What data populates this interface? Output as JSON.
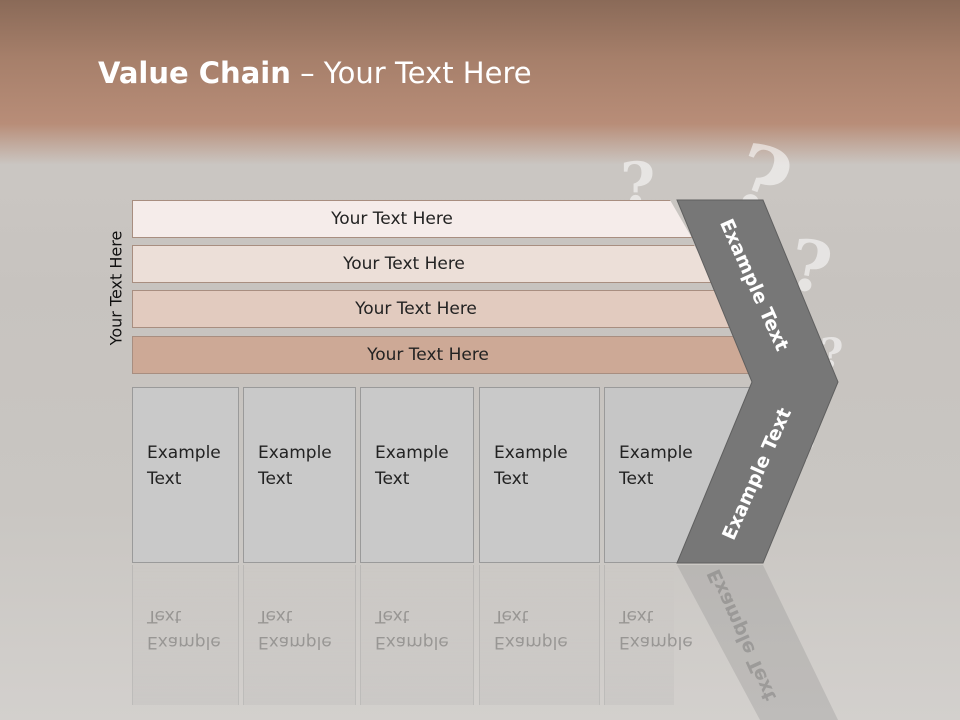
{
  "slide": {
    "title_bold": "Value Chain",
    "title_rest": " – Your Text Here",
    "side_label": "Your Text Here"
  },
  "bars": [
    {
      "label": "Your Text Here",
      "color": "#f5ecea"
    },
    {
      "label": "Your Text Here",
      "color": "#ecdfd8"
    },
    {
      "label": "Your Text Here",
      "color": "#e2cbbf"
    },
    {
      "label": "Your Text Here",
      "color": "#cda996"
    }
  ],
  "columns": [
    {
      "line1": "Example",
      "line2": "Text"
    },
    {
      "line1": "Example",
      "line2": "Text"
    },
    {
      "line1": "Example",
      "line2": "Text"
    },
    {
      "line1": "Example",
      "line2": "Text"
    },
    {
      "line1": "Example",
      "line2": "Text"
    }
  ],
  "chevron": {
    "upper_label": "Example Text",
    "lower_label": "Example Text",
    "color": "#777777"
  }
}
